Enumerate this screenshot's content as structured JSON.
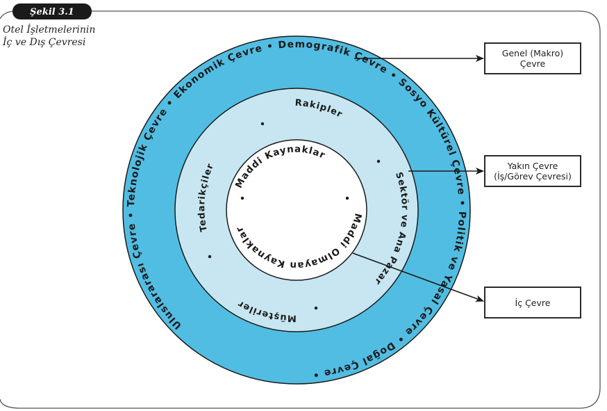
{
  "figure": {
    "label": "Şekil 3.1",
    "caption_line1": "Otel İşletmelerinin",
    "caption_line2": "İç ve Dış Çevresi"
  },
  "colors": {
    "outer_ring": "#52bde2",
    "middle_ring": "#c7e6f1",
    "inner_circle": "#ffffff",
    "stroke": "#1a1a1a"
  },
  "rings": {
    "outer": {
      "name": "Genel (Makro) Çevre",
      "text": "Uluslararası Çevre • Teknolojik Çevre • Ekonomik Çevre • Demografik Çevre • Sosyo Kültürel Çevre • Politik ve Yasal Çevre • Doğal Çevre •",
      "items": [
        "Uluslararası Çevre",
        "Teknolojik Çevre",
        "Ekonomik Çevre",
        "Demografik Çevre",
        "Sosyo Kültürel Çevre",
        "Politik ve Yasal Çevre",
        "Doğal Çevre"
      ]
    },
    "middle": {
      "name": "Yakın Çevre (İş/Görev Çevresi)",
      "items": [
        "Tedarikçiler",
        "Rakipler",
        "Sektör ve Ana Pazar",
        "Müşteriler"
      ],
      "separator": "•"
    },
    "inner": {
      "name": "İç Çevre",
      "items": [
        "Maddi Kaynaklar",
        "Maddi Olmayan Kaynaklar"
      ],
      "separator": "•"
    }
  },
  "callouts": {
    "general": {
      "line1": "Genel (Makro)",
      "line2": "Çevre"
    },
    "near": {
      "line1": "Yakın Çevre",
      "line2": "(İş/Görev Çevresi)"
    },
    "internal": {
      "line1": "İç Çevre"
    }
  }
}
